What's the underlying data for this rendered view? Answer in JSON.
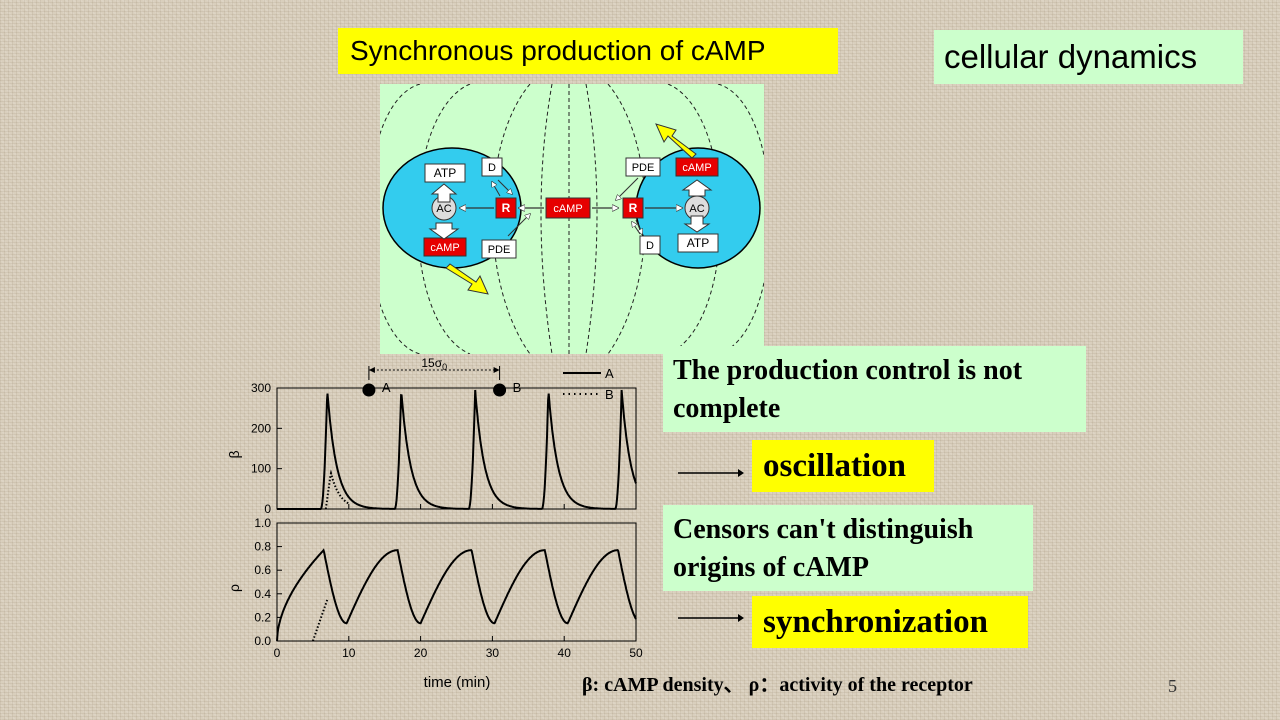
{
  "slide": {
    "title": "Synchronous production of cAMP",
    "tag": "cellular dynamics",
    "note1": "The production control is not complete",
    "result1": "oscillation",
    "note2": "Censors can't distinguish origins of cAMP",
    "result2": "synchronization",
    "legend": "β: cAMP density、 ρ：activity of the receptor",
    "page_number": "5"
  },
  "diagram": {
    "left_cell": {
      "atp": "ATP",
      "ac": "AC",
      "camp": "cAMP",
      "r": "R",
      "d": "D",
      "pde": "PDE"
    },
    "right_cell": {
      "atp": "ATP",
      "ac": "AC",
      "camp": "cAMP",
      "r": "R",
      "d": "D",
      "pde": "PDE"
    },
    "center": "cAMP"
  },
  "chart_data": [
    {
      "type": "line",
      "ylabel": "β",
      "ylim": [
        0,
        300
      ],
      "yticks": [
        "0",
        "100",
        "200",
        "300"
      ],
      "xlim": [
        0,
        50
      ],
      "interval_label": "15σ",
      "interval_sub": "0",
      "interval_x": [
        12.8,
        31.0
      ],
      "markers": [
        {
          "label": "A",
          "x": 12.8,
          "y": 300
        },
        {
          "label": "B",
          "x": 31.0,
          "y": 300
        }
      ],
      "series": [
        {
          "name": "A",
          "style": "solid",
          "peaks": [
            7.0,
            17.3,
            27.6,
            37.8,
            48.0
          ],
          "peak_height": 295
        },
        {
          "name": "B",
          "style": "dotted",
          "onset": 6.8,
          "peak_x": 7.5,
          "peak_height": 90
        }
      ]
    },
    {
      "type": "line",
      "ylabel": "ρ",
      "ylim": [
        0,
        1.0
      ],
      "yticks": [
        "0.0",
        "0.2",
        "0.4",
        "0.6",
        "0.8",
        "1.0"
      ],
      "xlim": [
        0,
        50
      ],
      "xticks": [
        "0",
        "10",
        "20",
        "30",
        "40",
        "50"
      ],
      "xlabel": "time (min)",
      "series": [
        {
          "name": "A",
          "style": "solid",
          "max": 0.77,
          "min": 0.15,
          "peaks": [
            6.5,
            16.8,
            27.1,
            37.3,
            47.5
          ]
        },
        {
          "name": "B",
          "style": "dotted",
          "onset": 5.0,
          "to_x": 7.0,
          "to_y": 0.35
        }
      ]
    }
  ]
}
